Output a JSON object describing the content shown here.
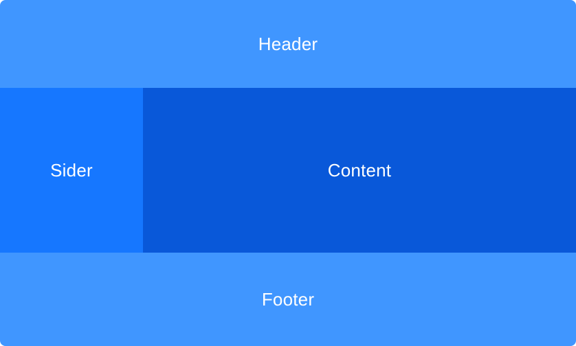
{
  "layout": {
    "header": {
      "label": "Header"
    },
    "sider": {
      "label": "Sider"
    },
    "content": {
      "label": "Content"
    },
    "footer": {
      "label": "Footer"
    }
  },
  "colors": {
    "header_bg": "#4096ff",
    "sider_bg": "#1677ff",
    "content_bg": "#0958d9",
    "footer_bg": "#4096ff",
    "text": "#ffffff"
  }
}
